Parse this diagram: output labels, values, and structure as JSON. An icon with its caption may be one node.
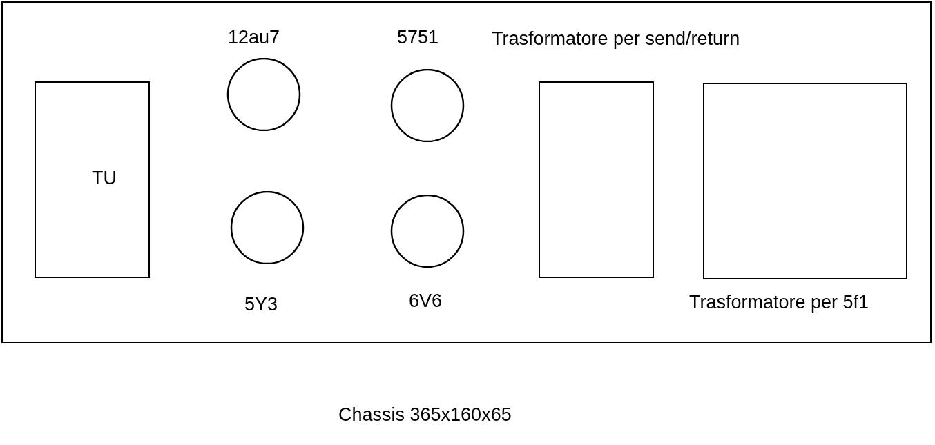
{
  "diagram": {
    "caption": "Chassis 365x160x65",
    "nodes": [
      {
        "text": [],
        "shape": "box"
      },
      {
        "text": [
          "TU"
        ],
        "in": 0
      },
      {
        "text": [
          "12au7"
        ],
        "in": 0
      },
      {
        "text": [
          "5Y3"
        ],
        "in": 0
      },
      {
        "text": [
          "5751"
        ],
        "in": 0
      },
      {
        "text": [
          "6V6"
        ],
        "in": 0
      },
      {
        "text": [
          "Trasformatore per send/return"
        ],
        "in": 0
      },
      {
        "text": [
          "Trasformatore per 5f1"
        ],
        "in": 0
      }
    ],
    "edges": []
  }
}
